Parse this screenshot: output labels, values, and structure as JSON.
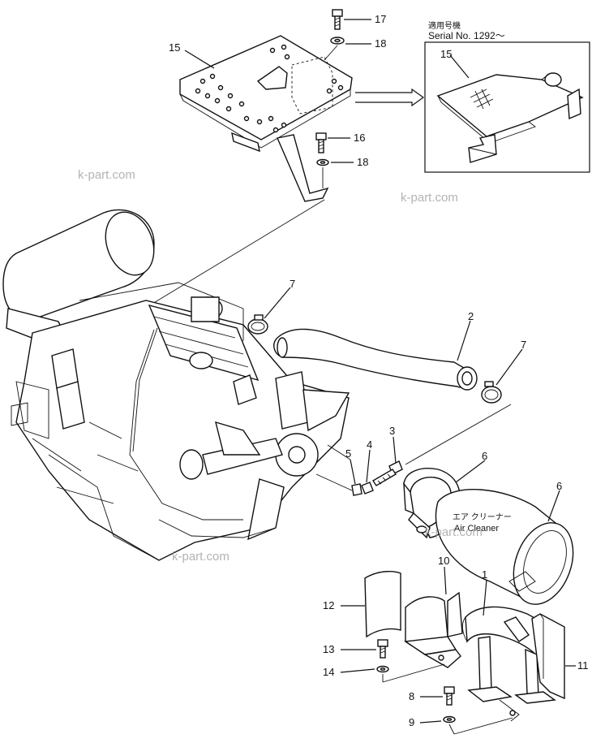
{
  "inset": {
    "japanese_label": "適用号機",
    "serial_label": "Serial No. 1292～"
  },
  "callouts": {
    "p1": "1",
    "p2": "2",
    "p3": "3",
    "p4": "4",
    "p5": "5",
    "p6a": "6",
    "p6b": "6",
    "p7a": "7",
    "p7b": "7",
    "p8": "8",
    "p9": "9",
    "p10": "10",
    "p11": "11",
    "p12": "12",
    "p13": "13",
    "p14": "14",
    "p15a": "15",
    "p15b": "15",
    "p16": "16",
    "p17": "17",
    "p18a": "18",
    "p18b": "18"
  },
  "air_cleaner": {
    "japanese": "エア クリーナー",
    "english": "Air Cleaner"
  },
  "watermarks": [
    "k-part.com",
    "k-part.com",
    "k-part.com",
    "k-part.com"
  ]
}
